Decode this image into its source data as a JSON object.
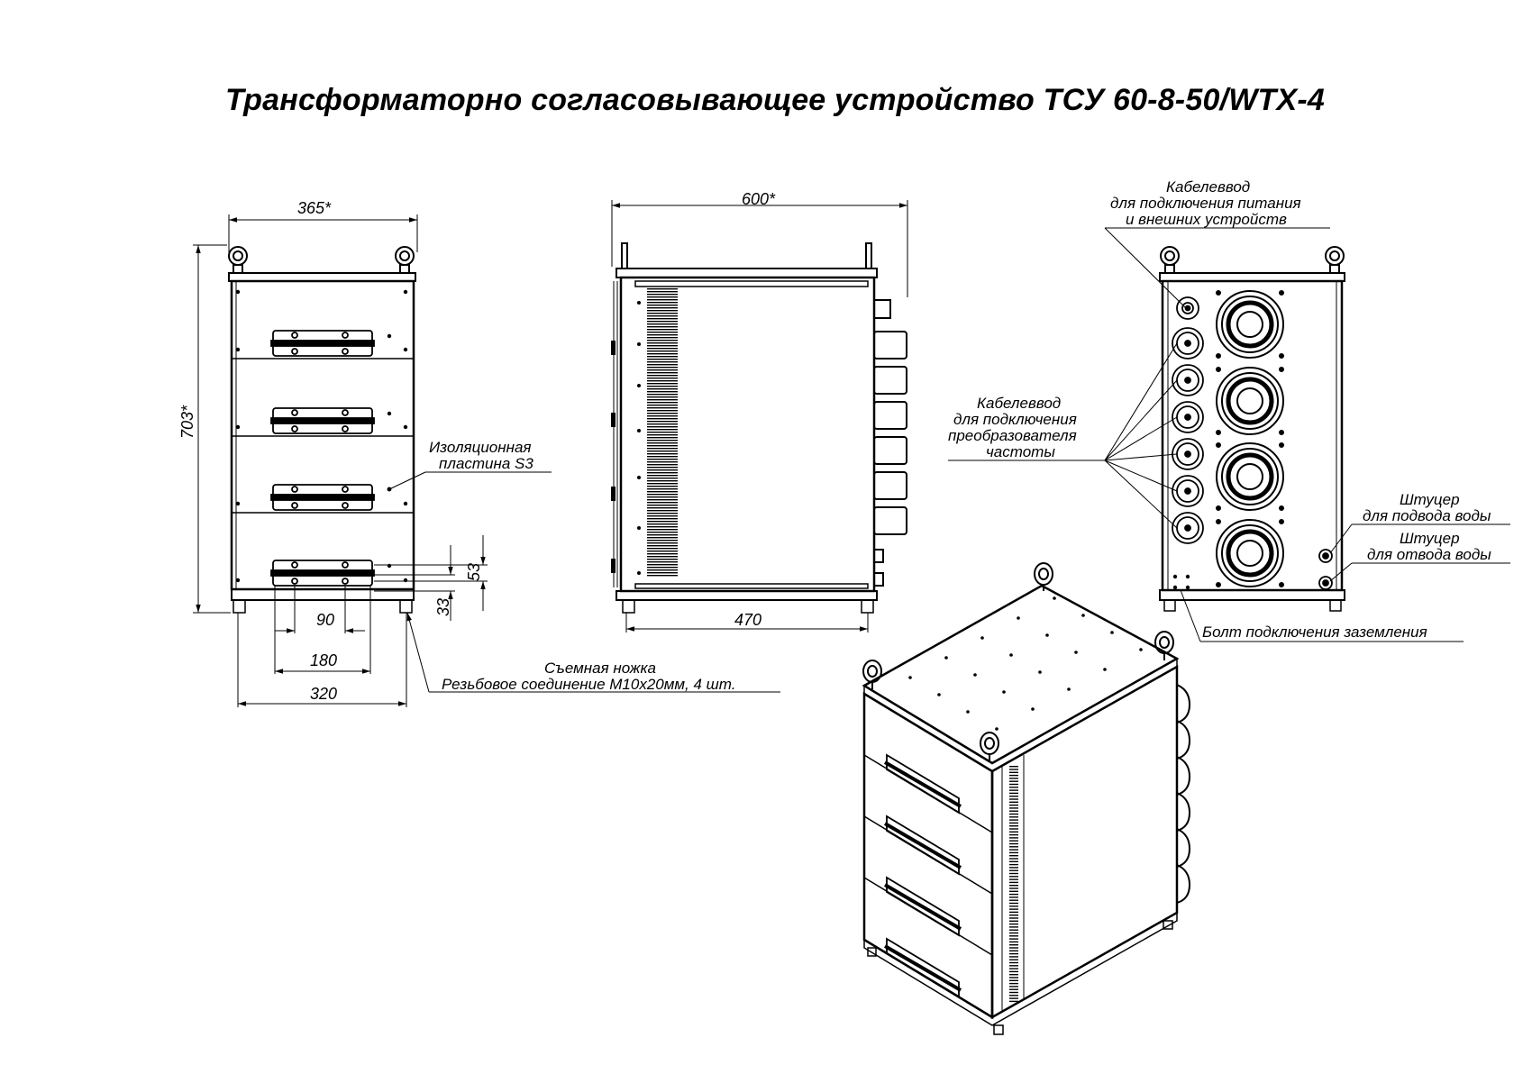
{
  "title": "Трансформаторно согласовывающее устройство ТСУ  60-8-50/WTX-4",
  "front_view": {
    "width_dim": "365*",
    "height_dim": "703*",
    "handle_w_inner": "90",
    "handle_w_outer": "180",
    "base_w": "320",
    "dim_53": "53",
    "dim_33": "33"
  },
  "side_view": {
    "width_dim": "600*",
    "base_dim": "470"
  },
  "labels": {
    "insulation_1": "Изоляционная",
    "insulation_2": "пластина S3",
    "foot_1": "Съемная ножка",
    "foot_2": "Резьбовое соединение М10х20мм, 4 шт.",
    "cable_power_1": "Кабелеввод",
    "cable_power_2": "для подключения питания",
    "cable_power_3": "и внешних устройств",
    "cable_conv_1": "Кабелеввод",
    "cable_conv_2": "для подключения",
    "cable_conv_3": "преобразователя",
    "cable_conv_4": "частоты",
    "water_in_1": "Штуцер",
    "water_in_2": "для подвода воды",
    "water_out_1": "Штуцер",
    "water_out_2": "для отвода воды",
    "ground": "Болт подключения заземления"
  }
}
